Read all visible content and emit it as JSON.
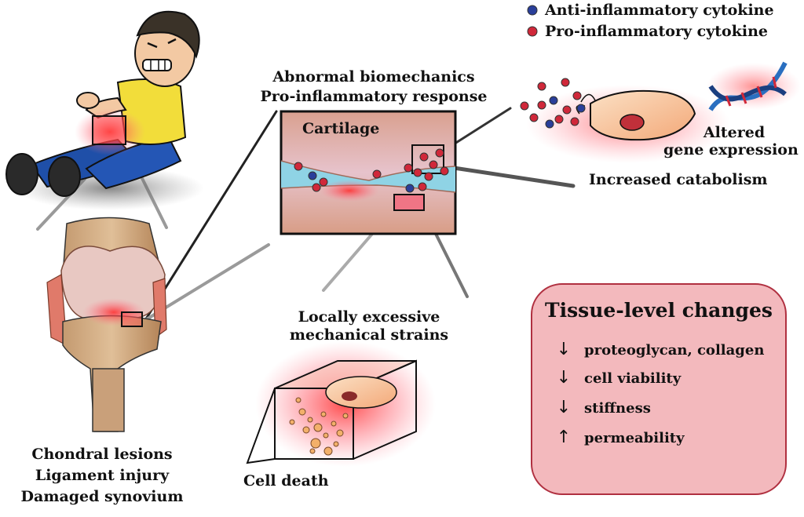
{
  "legend": {
    "anti": {
      "label": "Anti-inflammatory cytokine",
      "color": "#2a3f9a"
    },
    "pro": {
      "label": "Pro-inflammatory cytokine",
      "color": "#d0283a"
    }
  },
  "labels": {
    "abnormal_line1": "Abnormal biomechanics",
    "abnormal_line2": "Pro-inflammatory response",
    "cartilage": "Cartilage",
    "altered_line1": "Altered",
    "altered_line2": "gene expression",
    "catabolism": "Increased catabolism",
    "strains_line1": "Locally excessive",
    "strains_line2": "mechanical strains",
    "cell_death": "Cell death",
    "injury_line1": "Chondral lesions",
    "injury_line2": "Ligament injury",
    "injury_line3": "Damaged synovium"
  },
  "tissue": {
    "title": "Tissue-level changes",
    "items": [
      {
        "direction": "down",
        "label": "proteoglycan, collagen"
      },
      {
        "direction": "down",
        "label": "cell viability"
      },
      {
        "direction": "down",
        "label": "stiffness"
      },
      {
        "direction": "up",
        "label": "permeability"
      }
    ]
  }
}
